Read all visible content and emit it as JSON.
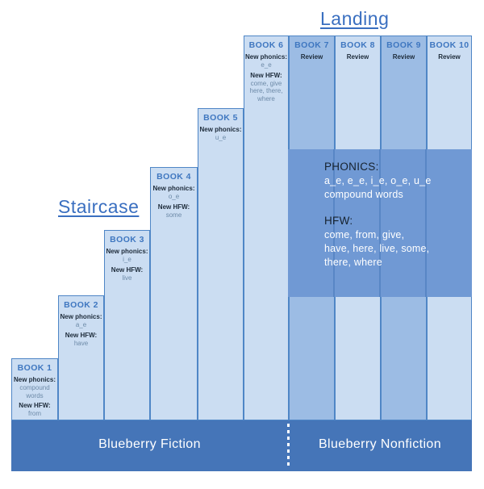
{
  "titles": {
    "landing": "Landing",
    "staircase": "Staircase"
  },
  "labels": {
    "new_phonics": "New phonics:",
    "new_hfw": "New HFW:",
    "review": "Review"
  },
  "books": [
    {
      "title": "BOOK 1",
      "phonics": "compound\nwords",
      "hfw": "from",
      "review": null
    },
    {
      "title": "BOOK 2",
      "phonics": "a_e",
      "hfw": "have",
      "review": null
    },
    {
      "title": "BOOK 3",
      "phonics": "i_e",
      "hfw": "live",
      "review": null
    },
    {
      "title": "BOOK 4",
      "phonics": "o_e",
      "hfw": "some",
      "review": null
    },
    {
      "title": "BOOK 5",
      "phonics": "u_e",
      "hfw": null,
      "review": null
    },
    {
      "title": "BOOK 6",
      "phonics": "e_e",
      "hfw": "come, give\nhere, there,\nwhere",
      "review": null
    },
    {
      "title": "BOOK 7",
      "phonics": null,
      "hfw": null,
      "review": "Review"
    },
    {
      "title": "BOOK 8",
      "phonics": null,
      "hfw": null,
      "review": "Review"
    },
    {
      "title": "BOOK 9",
      "phonics": null,
      "hfw": null,
      "review": "Review"
    },
    {
      "title": "BOOK 10",
      "phonics": null,
      "hfw": null,
      "review": "Review"
    }
  ],
  "summary": {
    "phonics_heading": "PHONICS:",
    "phonics_lines": [
      "a_e, e_e, i_e, o_e, u_e",
      "compound words"
    ],
    "hfw_heading": "HFW:",
    "hfw_lines": [
      "come, from, give,",
      "have, here, live, some,",
      "there, where"
    ]
  },
  "bottom_band": {
    "fiction": "Blueberry Fiction",
    "nonfiction": "Blueberry Nonfiction"
  },
  "colors": {
    "title_blue": "#3a6fc0",
    "book_light": "#cbddf2",
    "book_dark": "#9cbce4",
    "panel_blue": "#7099d4",
    "band_blue": "#4575b8",
    "border_blue": "#4f86c6"
  }
}
